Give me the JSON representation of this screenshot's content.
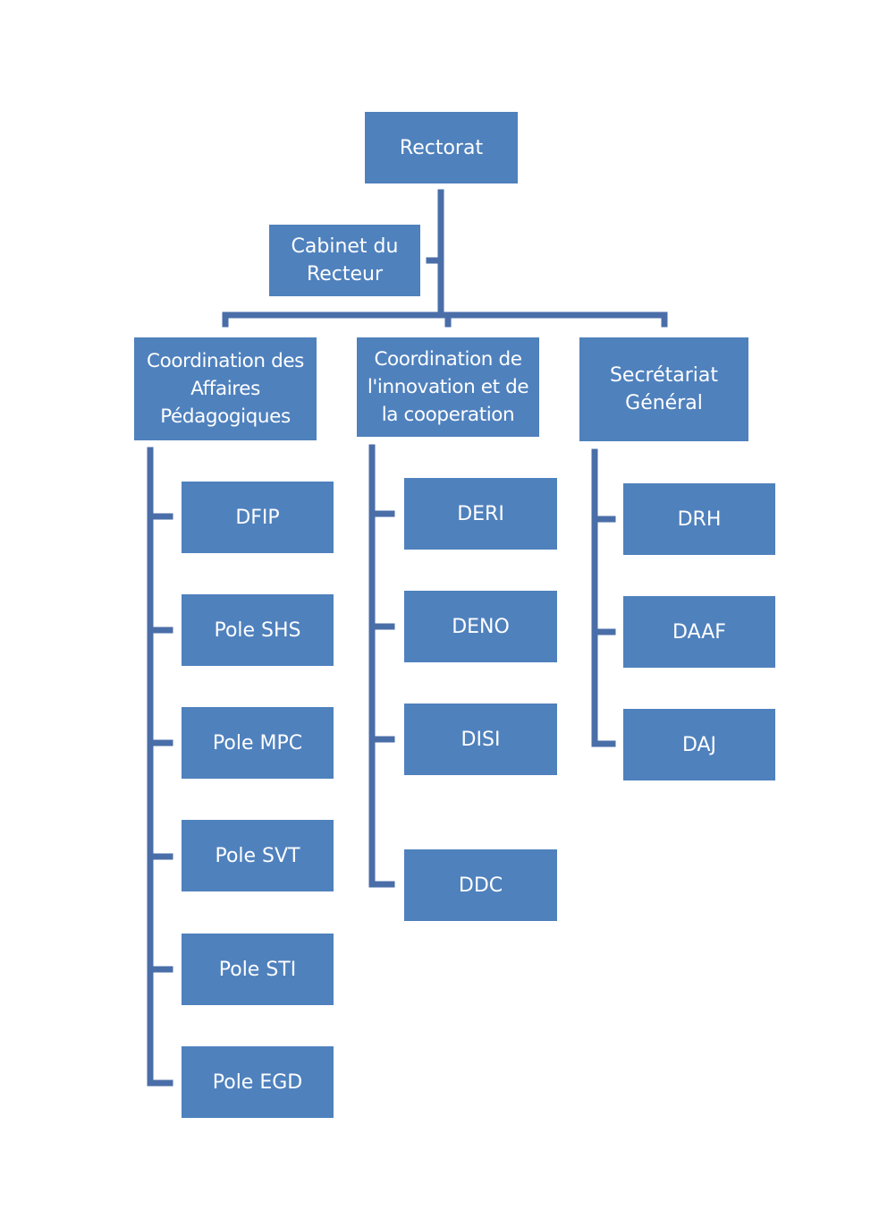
{
  "colors": {
    "box_fill": "#4f81bd",
    "connector": "#4a6ea8",
    "text": "#ffffff",
    "background": "#ffffff"
  },
  "org": {
    "root": "Rectorat",
    "assistant": "Cabinet du\nRecteur",
    "divisions": [
      {
        "title": "Coordination des\nAffaires\nPédagogiques",
        "units": [
          "DFIP",
          "Pole SHS",
          "Pole MPC",
          "Pole SVT",
          "Pole STI",
          "Pole EGD"
        ]
      },
      {
        "title": "Coordination de\nl'innovation et de\nla cooperation",
        "units": [
          "DERI",
          "DENO",
          "DISI",
          "DDC"
        ]
      },
      {
        "title": "Secrétariat\nGénéral",
        "units": [
          "DRH",
          "DAAF",
          "DAJ"
        ]
      }
    ]
  }
}
